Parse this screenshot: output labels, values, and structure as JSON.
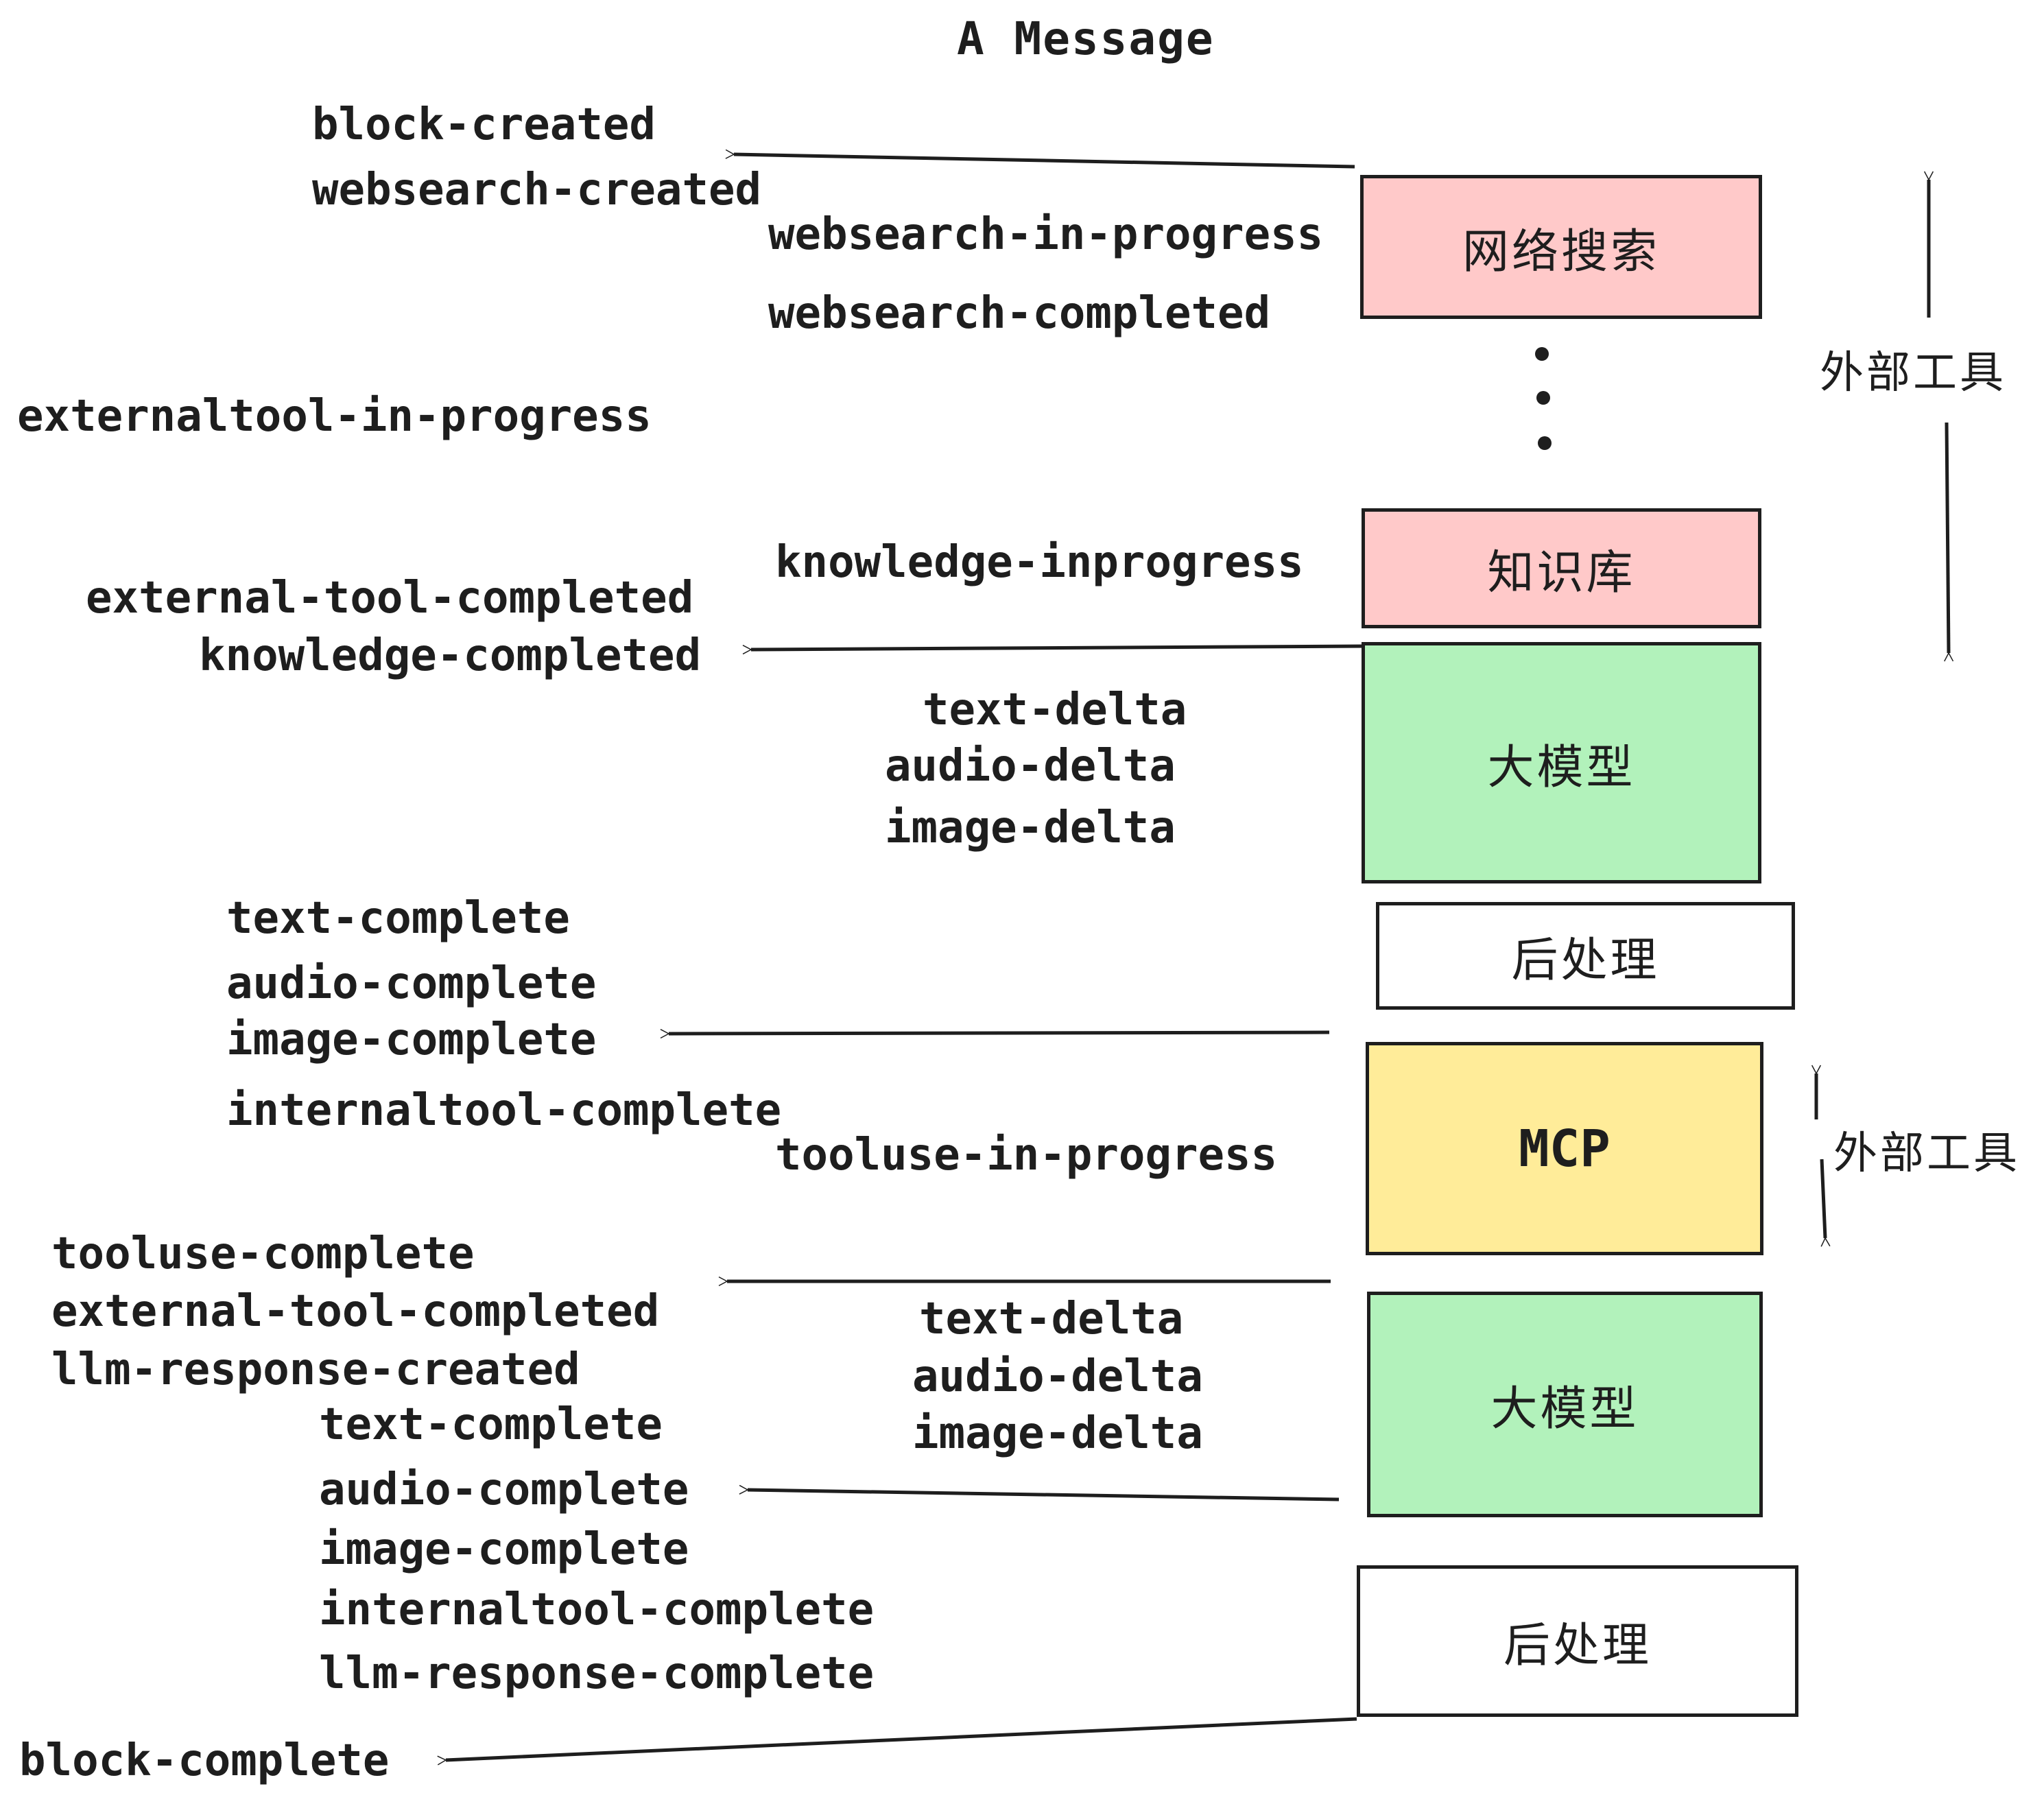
{
  "title": "A Message",
  "boxes": [
    {
      "name": "websearch",
      "label": "网络搜索",
      "fill": "#ffc9c9"
    },
    {
      "name": "knowledge-base",
      "label": "知识库",
      "fill": "#ffc9c9"
    },
    {
      "name": "llm-1",
      "label": "大模型",
      "fill": "#b2f2bb"
    },
    {
      "name": "post-process-1",
      "label": "后处理",
      "fill": "#ffffff"
    },
    {
      "name": "mcp",
      "label": "MCP",
      "fill": "#ffec99"
    },
    {
      "name": "llm-2",
      "label": "大模型",
      "fill": "#b2f2bb"
    },
    {
      "name": "post-process-2",
      "label": "后处理",
      "fill": "#ffffff"
    }
  ],
  "side_annotations": [
    {
      "label": "外部工具"
    },
    {
      "label": "外部工具"
    }
  ],
  "events": [
    {
      "text": "block-created"
    },
    {
      "text": "websearch-created"
    },
    {
      "text": "websearch-in-progress"
    },
    {
      "text": "websearch-completed"
    },
    {
      "text": "externaltool-in-progress"
    },
    {
      "text": "knowledge-inprogress"
    },
    {
      "text": "external-tool-completed"
    },
    {
      "text": "knowledge-completed"
    },
    {
      "text": "text-delta"
    },
    {
      "text": "audio-delta"
    },
    {
      "text": "image-delta"
    },
    {
      "text": "text-complete"
    },
    {
      "text": "audio-complete"
    },
    {
      "text": "image-complete"
    },
    {
      "text": "internaltool-complete"
    },
    {
      "text": "tooluse-in-progress"
    },
    {
      "text": "tooluse-complete"
    },
    {
      "text": "external-tool-completed"
    },
    {
      "text": "llm-response-created"
    },
    {
      "text": "text-delta"
    },
    {
      "text": "audio-delta"
    },
    {
      "text": "image-delta"
    },
    {
      "text": "text-complete"
    },
    {
      "text": "audio-complete"
    },
    {
      "text": "image-complete"
    },
    {
      "text": "internaltool-complete"
    },
    {
      "text": "llm-response-complete"
    },
    {
      "text": "block-complete"
    }
  ],
  "icons": {
    "vertical_ellipsis": "⋮",
    "arrow_left": "←",
    "arrow_up": "↑",
    "arrow_down": "↓"
  },
  "palette": {
    "stroke": "#1e1e1e",
    "pink_fill": "#ffc9c9",
    "green_fill": "#b2f2bb",
    "yellow_fill": "#ffec99",
    "white_fill": "#ffffff",
    "background": "#ffffff"
  }
}
